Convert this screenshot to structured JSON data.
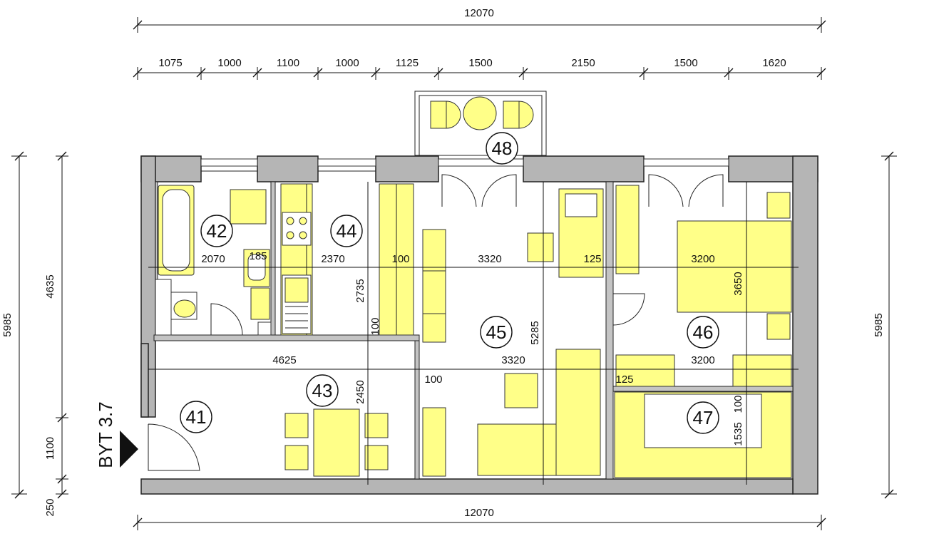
{
  "apartment_label": "BYT 3.7",
  "dimensions": {
    "overall_top": "12070",
    "overall_bottom": "12070",
    "top_segments": [
      "1075",
      "1000",
      "1100",
      "1000",
      "1125",
      "1500",
      "2150",
      "1500",
      "1620"
    ],
    "left_overall": "5985",
    "right_overall": "5985",
    "left_upper": "4635",
    "left_door": "1100",
    "left_bottom": "250"
  },
  "room_labels": [
    {
      "number": "41"
    },
    {
      "number": "42"
    },
    {
      "number": "43"
    },
    {
      "number": "44"
    },
    {
      "number": "45"
    },
    {
      "number": "46"
    },
    {
      "number": "47"
    },
    {
      "number": "48"
    }
  ],
  "room_dims": {
    "r42_width": "2070",
    "r42_small": "185",
    "r44_width": "2370",
    "r44_depth": "2735",
    "r45_wall_top": "100",
    "r45_wall_bottom": "100",
    "r45_width_top": "3320",
    "r45_width_bottom": "3320",
    "r45_depth": "5285",
    "r45_right": "125",
    "r46_width_top": "3200",
    "r46_width_bottom": "3200",
    "r46_depth": "3650",
    "r46_left": "125",
    "hall_width": "4625",
    "hall_gap": "100",
    "r43_depth": "2450",
    "r47_depth": "1535",
    "r47_wall": "100"
  }
}
